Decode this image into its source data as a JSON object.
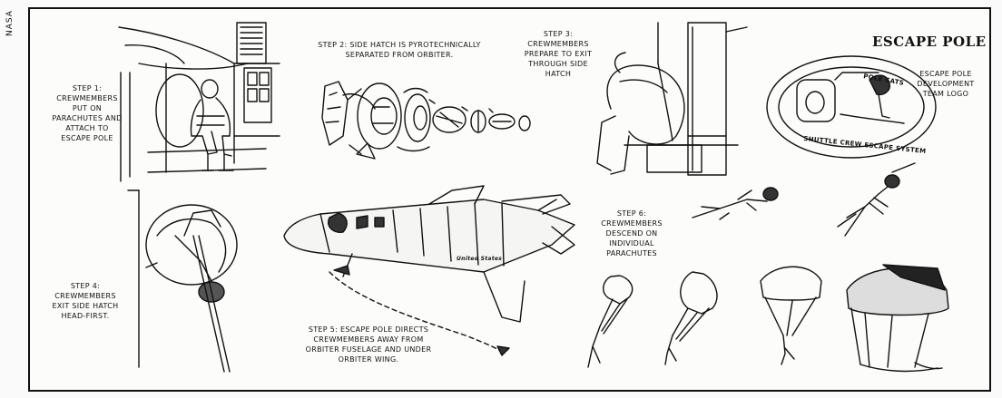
{
  "source_label": "NASA",
  "title": "ESCAPE POLE",
  "captions": {
    "step1": "STEP 1: CREWMEMBERS PUT ON PARACHUTES AND ATTACH TO ESCAPE POLE",
    "step2": "STEP 2: SIDE HATCH IS PYROTECHNICALLY SEPARATED FROM ORBITER.",
    "step3": "STEP 3: CREWMEMBERS PREPARE TO EXIT THROUGH SIDE HATCH",
    "step4": "STEP 4: CREWMEMBERS EXIT SIDE HATCH HEAD-FIRST.",
    "step5": "STEP 5: ESCAPE POLE DIRECTS CREWMEMBERS AWAY FROM ORBITER FUSELAGE AND UNDER ORBITER WING.",
    "step6": "STEP 6: CREWMEMBERS DESCEND ON INDIVIDUAL PARACHUTES",
    "logo_caption": "ESCAPE POLE DEVELOPMENT TEAM LOGO"
  },
  "logo": {
    "top_text": "POLE CATS",
    "bottom_text": "SHUTTLE CREW ESCAPE SYSTEM"
  },
  "orbiter": {
    "name": "United States"
  }
}
